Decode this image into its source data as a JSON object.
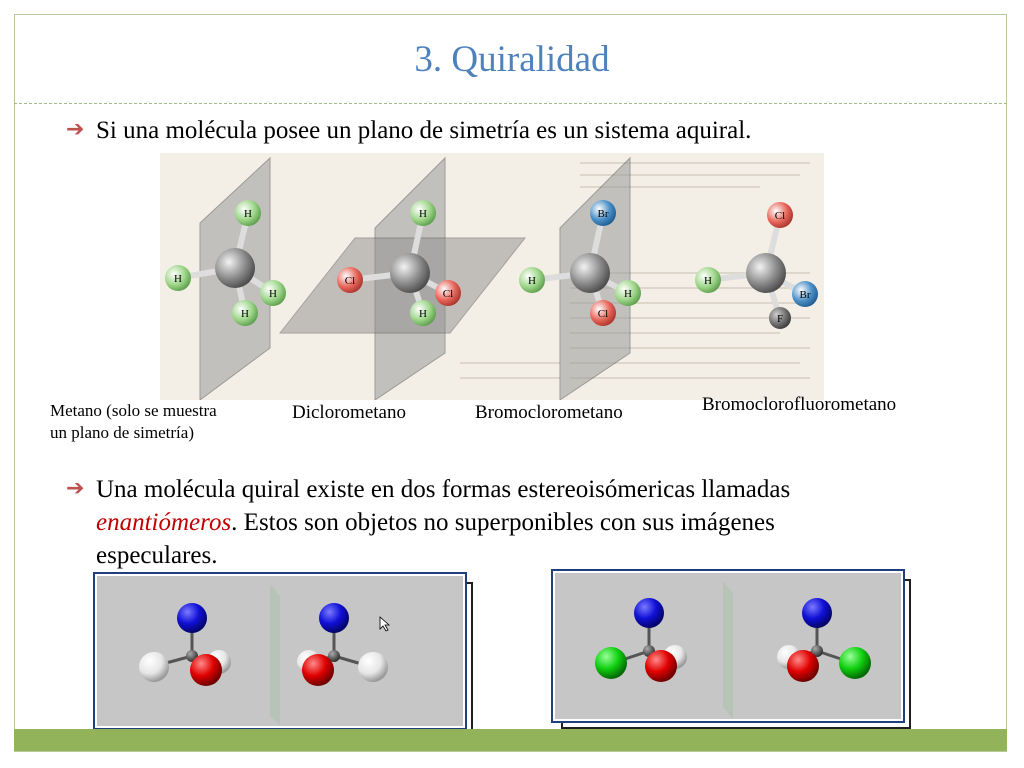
{
  "slide": {
    "title": "3. Quiralidad",
    "bullet1": "Si una molécula posee un plano de simetría es un sistema aquiral.",
    "bullet2_part1": "Una molécula quiral existe en dos formas estereoisómericas llamadas",
    "bullet2_em": "enantiómeros",
    "bullet2_part2": ". Estos son objetos no superponibles con sus imágenes",
    "bullet2_part3": "especulares."
  },
  "captions": {
    "metano_line1": "Metano (solo se muestra",
    "metano_line2": "un plano de simetría)",
    "diclorometano": "Diclorometano",
    "bromoclorometano": "Bromoclorometano",
    "bromoclorofluorometano": "Bromoclorofluorometano"
  },
  "molecules": {
    "metano": [
      "H",
      "H",
      "H",
      "H"
    ],
    "diclorometano": [
      "H",
      "Cl",
      "Cl",
      "H"
    ],
    "bromoclorometano": [
      "Br",
      "H",
      "H",
      "Cl"
    ],
    "bromoclorofluorometano": [
      "Cl",
      "H",
      "Br",
      "F"
    ]
  },
  "colors": {
    "title": "#4f81bd",
    "arrow": "#c0504d",
    "emphasis": "#c00000",
    "footer": "#93b35a",
    "atom_h": "#9ed68a",
    "atom_cl": "#e8655a",
    "atom_br": "#4a8fc8",
    "atom_f": "#707070",
    "atom_c": "#8a8a8a"
  },
  "icons": {
    "arrow": "right-arrow-icon",
    "cursor": "mouse-pointer-icon"
  }
}
